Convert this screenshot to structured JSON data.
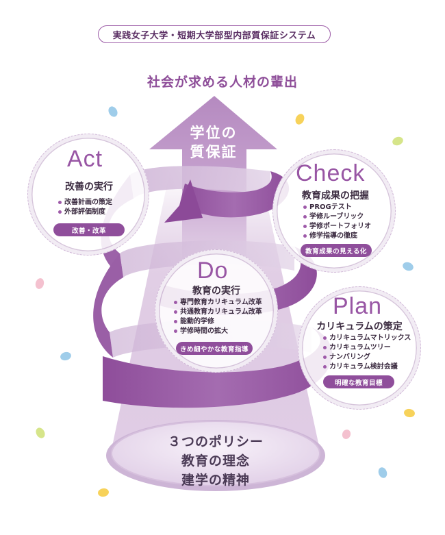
{
  "header": {
    "title": "実践女子大学・短期大学部型内部質保証システム"
  },
  "headline": "社会が求める人材の輩出",
  "arrow": {
    "line1": "学位の",
    "line2": "質保証"
  },
  "base": {
    "line1": "３つのポリシー",
    "line2": "教育の理念",
    "line3": "建学の精神"
  },
  "act": {
    "title": "Act",
    "subtitle": "改善の実行",
    "items": [
      "改善計画の策定",
      "外部評価制度"
    ],
    "button": "改善・改革"
  },
  "check": {
    "title": "Check",
    "subtitle": "教育成果の把握",
    "items": [
      "PROGテスト",
      "学修ルーブリック",
      "学修ポートフォリオ",
      "修学指導の徹底"
    ],
    "button": "教育成果の見える化"
  },
  "do": {
    "title": "Do",
    "subtitle": "教育の実行",
    "items": [
      "専門教育カリキュラム改革",
      "共通教育カリキュラム改革",
      "能動的学修",
      "学修時間の拡大"
    ],
    "button": "きめ細やかな教育指導"
  },
  "plan": {
    "title": "Plan",
    "subtitle": "カリキュラムの策定",
    "items": [
      "カリキュラムマトリックス",
      "カリキュラムツリー",
      "ナンバリング",
      "カリキュラム検討会議"
    ],
    "button": "明確な教育目標"
  },
  "colors": {
    "primary": "#8f4e9b",
    "light": "#d9c3df",
    "pale": "#efe6f2",
    "petal_pink": "#f4c1cf",
    "petal_yellow": "#f7d25a",
    "petal_blue": "#9fcdea",
    "petal_green": "#d6e58a"
  }
}
